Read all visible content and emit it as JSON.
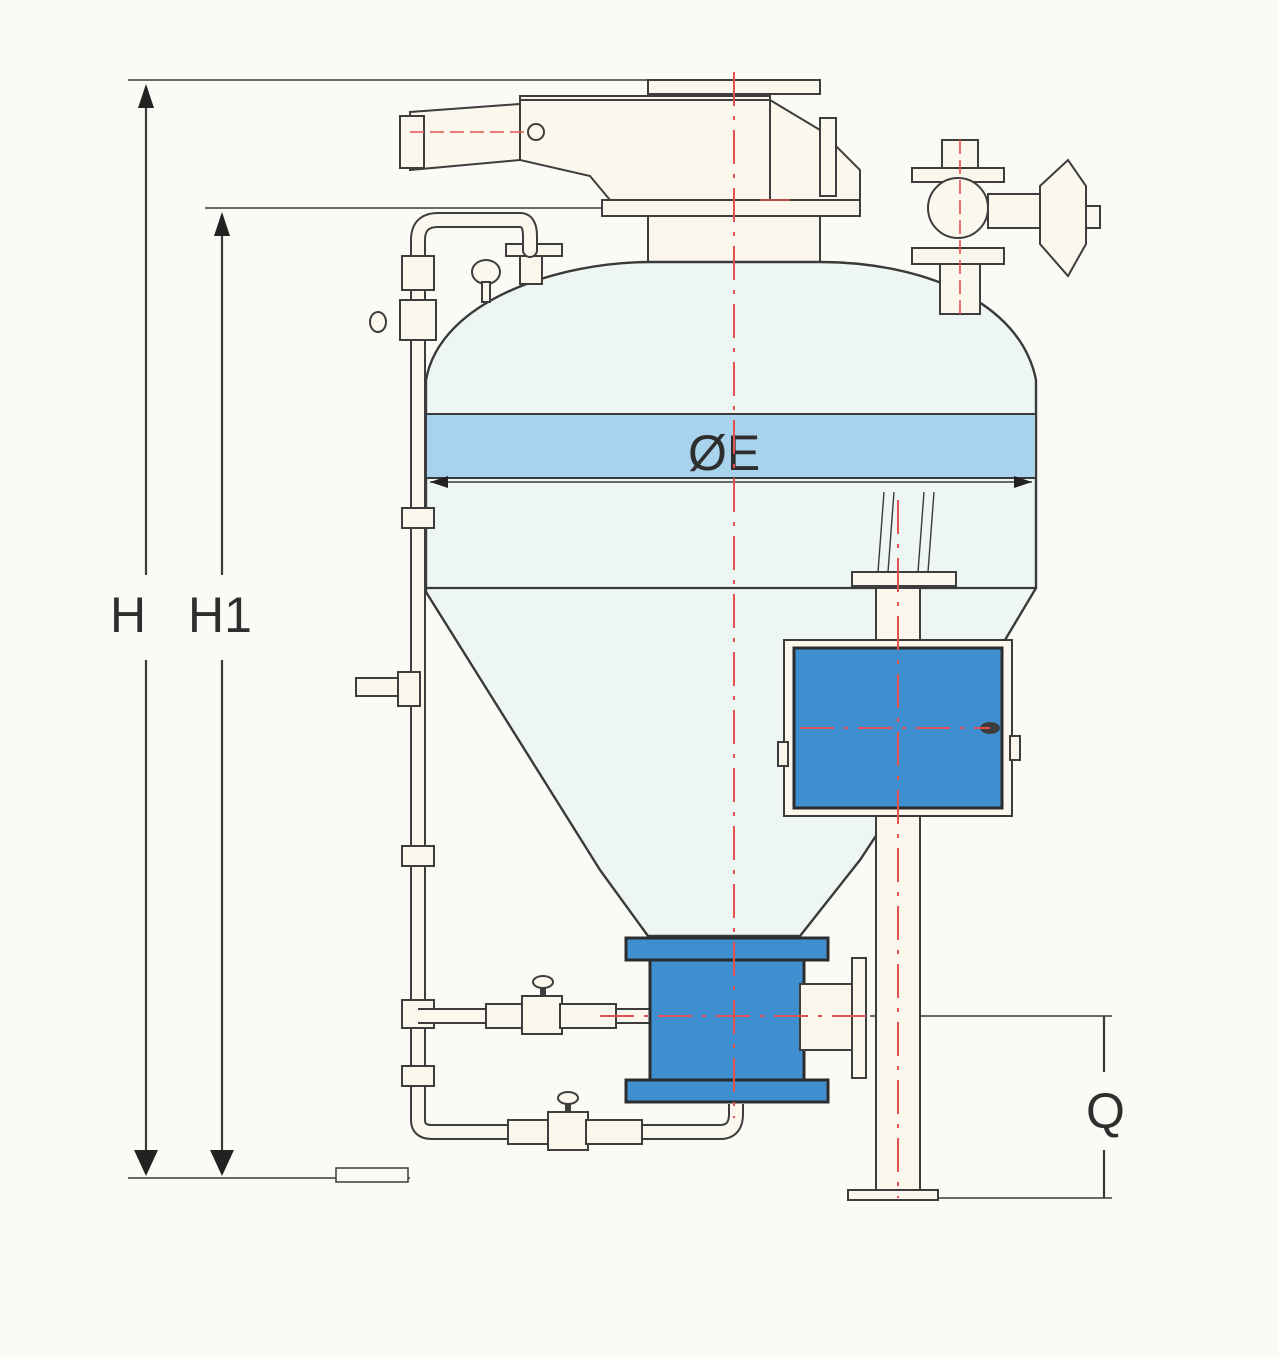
{
  "labels": {
    "height_total": "H",
    "height_inlet": "H1",
    "diameter": "ØE",
    "outlet_height": "Q"
  },
  "colors": {
    "background": "#fbfbf6",
    "vessel_fill": "#eef6f3",
    "band_fill": "#a9d2ec",
    "component_blue": "#3f8fd0",
    "centerline": "#e35050",
    "line": "#3a3a3a"
  },
  "components": {
    "vessel": "pressure-vessel",
    "feed_valve": "feed-valve",
    "exhaust_valve": "exhaust-valve",
    "control_box": "control-box",
    "discharge_chamber": "discharge-chamber",
    "outlet_pipe": "outlet-pipe",
    "air_pipe": "air-pipe"
  }
}
